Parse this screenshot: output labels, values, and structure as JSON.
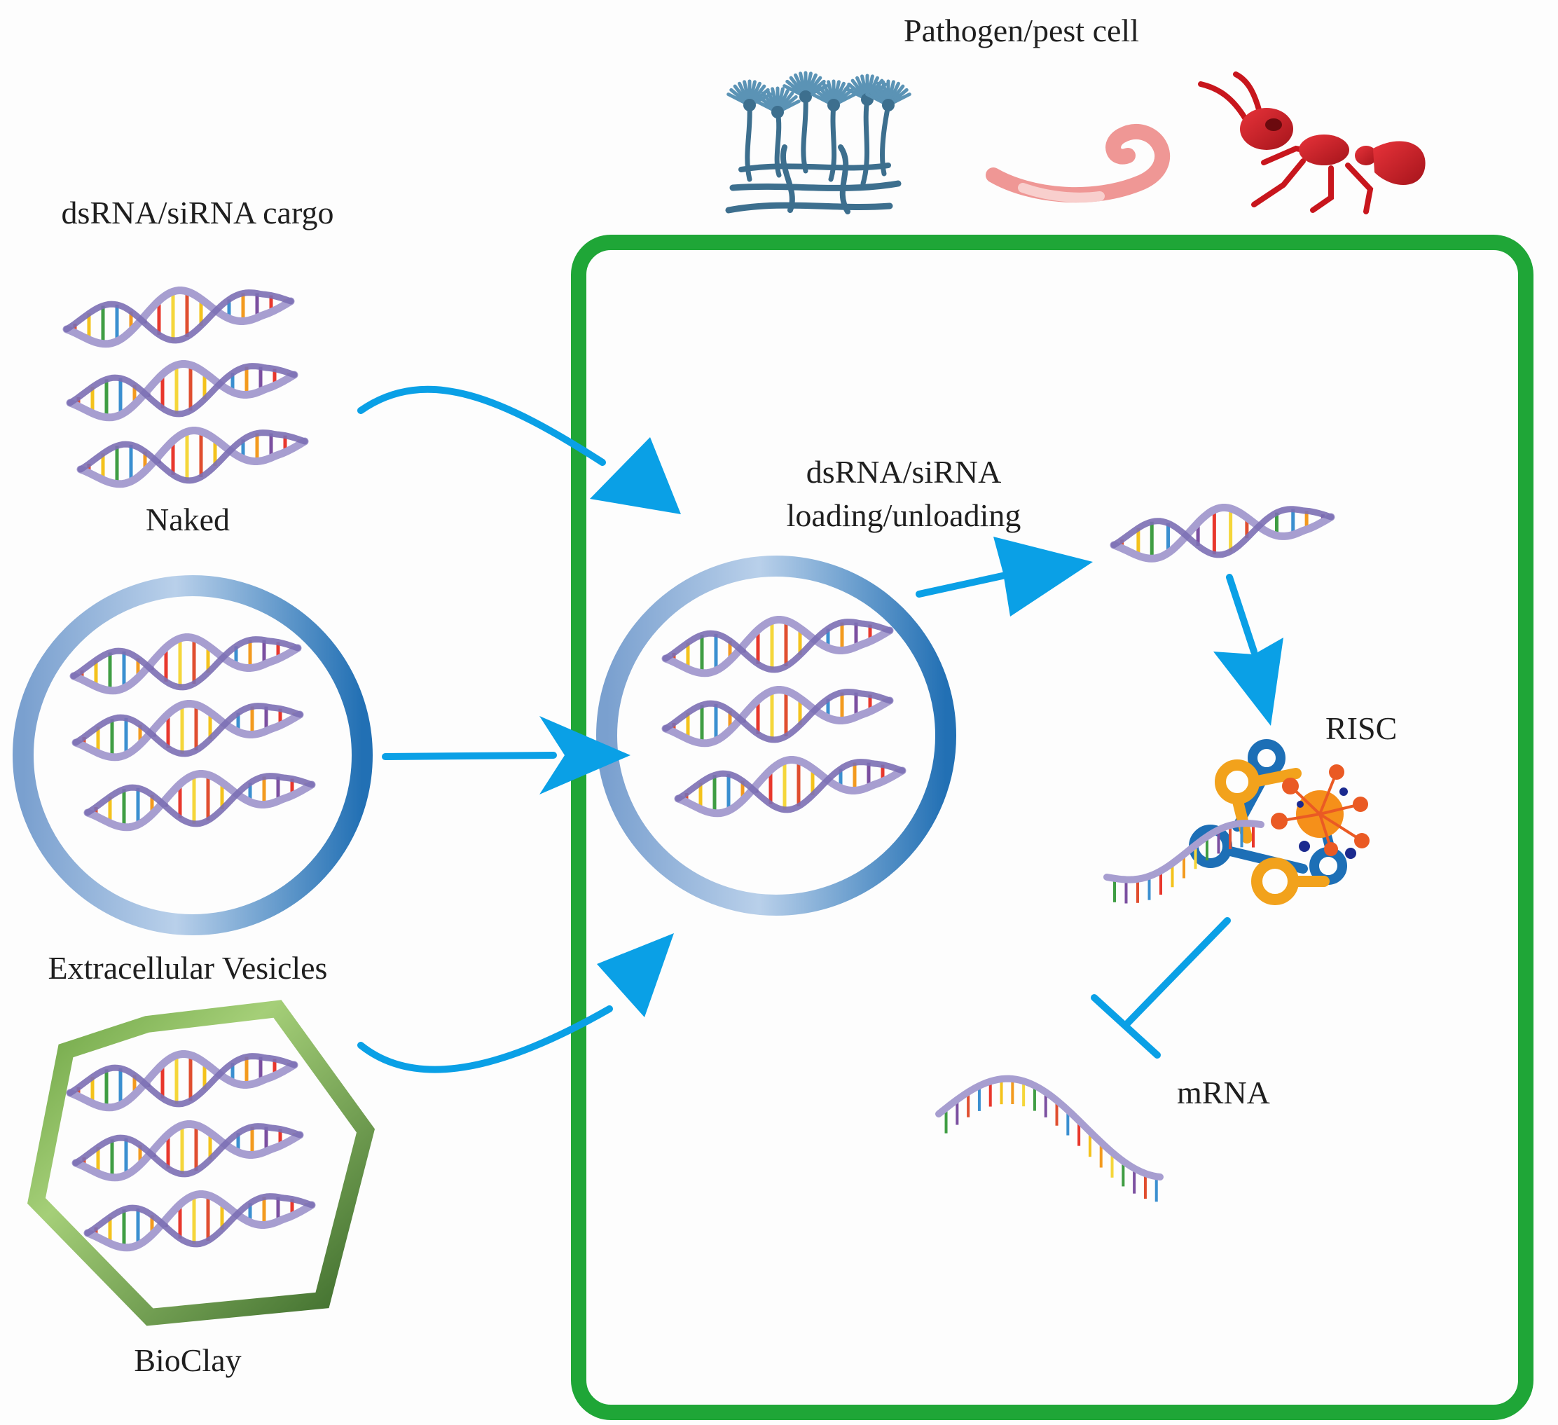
{
  "labels": {
    "pathogen": "Pathogen/pest cell",
    "cargo": "dsRNA/siRNA cargo",
    "naked": "Naked",
    "ev": "Extracellular Vesicles",
    "bioclay": "BioClay",
    "loading_line1": "dsRNA/siRNA",
    "loading_line2": "loading/unloading",
    "risc": "RISC",
    "mrna": "mRNA"
  },
  "icons": [
    "fungus-icon",
    "nematode-icon",
    "ant-icon",
    "dna-icon",
    "vesicle-icon",
    "clay-hexagon-icon",
    "risc-complex-icon"
  ],
  "colors": {
    "cell_border": "#1fa637",
    "arrow": "#0aa0e6",
    "vesicle_light": "#b0c9e6",
    "vesicle_dark": "#2270b4",
    "clay_light": "#a5cf78",
    "clay_dark": "#3f6d2c",
    "dna_backbone": "#a79ed0",
    "fungus": "#3d6f8e",
    "nematode": "#ef9795",
    "ant": "#d41f24",
    "risc_orange": "#f2a21c",
    "risc_blue": "#1d6fb6"
  }
}
